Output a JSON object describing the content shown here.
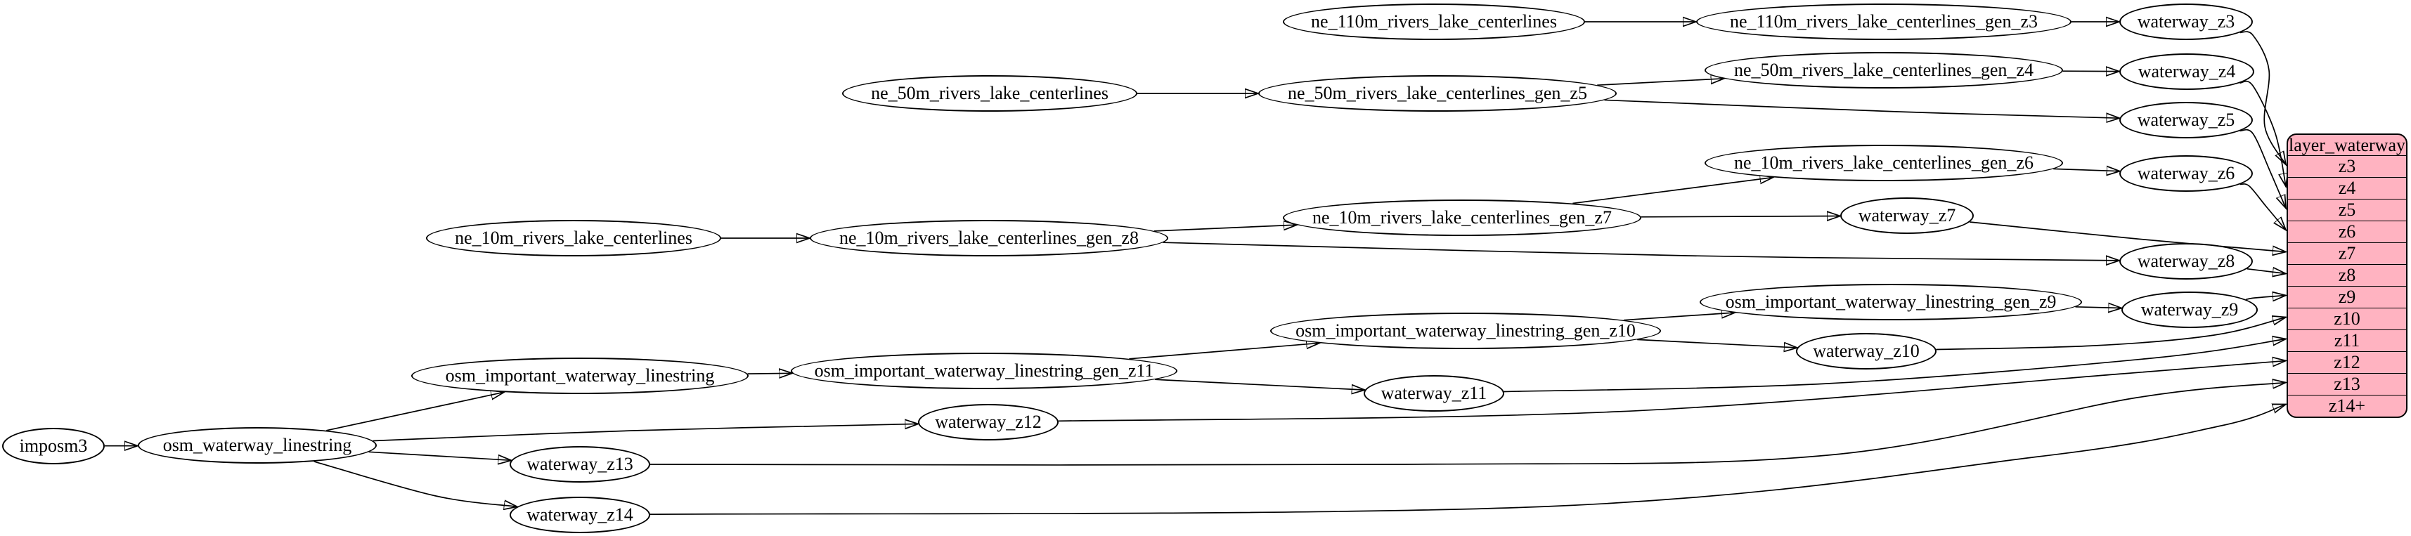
{
  "diagram": {
    "kind": "etl-graph",
    "background": "#ffffff",
    "node_fill": "#ffffff",
    "node_stroke": "#000000",
    "edge_color": "#000000"
  },
  "table": {
    "title": "layer_waterway",
    "rows": [
      "z3",
      "z4",
      "z5",
      "z6",
      "z7",
      "z8",
      "z9",
      "z10",
      "z11",
      "z12",
      "z13",
      "z14+"
    ],
    "fill": "#ffb3c1",
    "stroke": "#000000"
  },
  "nodes": [
    {
      "id": "imposm3",
      "label": "imposm3"
    },
    {
      "id": "osm_waterway_linestring",
      "label": "osm_waterway_linestring"
    },
    {
      "id": "osm_important_waterway_linestring",
      "label": "osm_important_waterway_linestring"
    },
    {
      "id": "osm_important_waterway_linestring_gen_z11",
      "label": "osm_important_waterway_linestring_gen_z11"
    },
    {
      "id": "osm_important_waterway_linestring_gen_z10",
      "label": "osm_important_waterway_linestring_gen_z10"
    },
    {
      "id": "osm_important_waterway_linestring_gen_z9",
      "label": "osm_important_waterway_linestring_gen_z9"
    },
    {
      "id": "ne_110m_rivers_lake_centerlines",
      "label": "ne_110m_rivers_lake_centerlines"
    },
    {
      "id": "ne_110m_rivers_lake_centerlines_gen_z3",
      "label": "ne_110m_rivers_lake_centerlines_gen_z3"
    },
    {
      "id": "ne_50m_rivers_lake_centerlines",
      "label": "ne_50m_rivers_lake_centerlines"
    },
    {
      "id": "ne_50m_rivers_lake_centerlines_gen_z5",
      "label": "ne_50m_rivers_lake_centerlines_gen_z5"
    },
    {
      "id": "ne_50m_rivers_lake_centerlines_gen_z4",
      "label": "ne_50m_rivers_lake_centerlines_gen_z4"
    },
    {
      "id": "ne_10m_rivers_lake_centerlines",
      "label": "ne_10m_rivers_lake_centerlines"
    },
    {
      "id": "ne_10m_rivers_lake_centerlines_gen_z8",
      "label": "ne_10m_rivers_lake_centerlines_gen_z8"
    },
    {
      "id": "ne_10m_rivers_lake_centerlines_gen_z7",
      "label": "ne_10m_rivers_lake_centerlines_gen_z7"
    },
    {
      "id": "ne_10m_rivers_lake_centerlines_gen_z6",
      "label": "ne_10m_rivers_lake_centerlines_gen_z6"
    },
    {
      "id": "waterway_z3",
      "label": "waterway_z3"
    },
    {
      "id": "waterway_z4",
      "label": "waterway_z4"
    },
    {
      "id": "waterway_z5",
      "label": "waterway_z5"
    },
    {
      "id": "waterway_z6",
      "label": "waterway_z6"
    },
    {
      "id": "waterway_z7",
      "label": "waterway_z7"
    },
    {
      "id": "waterway_z8",
      "label": "waterway_z8"
    },
    {
      "id": "waterway_z9",
      "label": "waterway_z9"
    },
    {
      "id": "waterway_z10",
      "label": "waterway_z10"
    },
    {
      "id": "waterway_z11",
      "label": "waterway_z11"
    },
    {
      "id": "waterway_z12",
      "label": "waterway_z12"
    },
    {
      "id": "waterway_z13",
      "label": "waterway_z13"
    },
    {
      "id": "waterway_z14",
      "label": "waterway_z14"
    }
  ],
  "edges": [
    {
      "from": "imposm3",
      "to": "osm_waterway_linestring"
    },
    {
      "from": "osm_waterway_linestring",
      "to": "osm_important_waterway_linestring"
    },
    {
      "from": "osm_waterway_linestring",
      "to": "waterway_z12"
    },
    {
      "from": "osm_waterway_linestring",
      "to": "waterway_z13"
    },
    {
      "from": "osm_waterway_linestring",
      "to": "waterway_z14"
    },
    {
      "from": "osm_important_waterway_linestring",
      "to": "osm_important_waterway_linestring_gen_z11"
    },
    {
      "from": "osm_important_waterway_linestring_gen_z11",
      "to": "osm_important_waterway_linestring_gen_z10"
    },
    {
      "from": "osm_important_waterway_linestring_gen_z10",
      "to": "osm_important_waterway_linestring_gen_z9"
    },
    {
      "from": "osm_important_waterway_linestring_gen_z9",
      "to": "waterway_z9"
    },
    {
      "from": "osm_important_waterway_linestring_gen_z10",
      "to": "waterway_z10"
    },
    {
      "from": "osm_important_waterway_linestring_gen_z11",
      "to": "waterway_z11"
    },
    {
      "from": "ne_110m_rivers_lake_centerlines",
      "to": "ne_110m_rivers_lake_centerlines_gen_z3"
    },
    {
      "from": "ne_110m_rivers_lake_centerlines_gen_z3",
      "to": "waterway_z3"
    },
    {
      "from": "ne_50m_rivers_lake_centerlines",
      "to": "ne_50m_rivers_lake_centerlines_gen_z5"
    },
    {
      "from": "ne_50m_rivers_lake_centerlines_gen_z5",
      "to": "ne_50m_rivers_lake_centerlines_gen_z4"
    },
    {
      "from": "ne_50m_rivers_lake_centerlines_gen_z4",
      "to": "waterway_z4"
    },
    {
      "from": "ne_50m_rivers_lake_centerlines_gen_z5",
      "to": "waterway_z5"
    },
    {
      "from": "ne_10m_rivers_lake_centerlines",
      "to": "ne_10m_rivers_lake_centerlines_gen_z8"
    },
    {
      "from": "ne_10m_rivers_lake_centerlines_gen_z8",
      "to": "ne_10m_rivers_lake_centerlines_gen_z7"
    },
    {
      "from": "ne_10m_rivers_lake_centerlines_gen_z7",
      "to": "ne_10m_rivers_lake_centerlines_gen_z6"
    },
    {
      "from": "ne_10m_rivers_lake_centerlines_gen_z6",
      "to": "waterway_z6"
    },
    {
      "from": "ne_10m_rivers_lake_centerlines_gen_z7",
      "to": "waterway_z7"
    },
    {
      "from": "ne_10m_rivers_lake_centerlines_gen_z8",
      "to": "waterway_z8"
    },
    {
      "from": "waterway_z3",
      "to": "layer_waterway.z3"
    },
    {
      "from": "waterway_z4",
      "to": "layer_waterway.z4"
    },
    {
      "from": "waterway_z5",
      "to": "layer_waterway.z5"
    },
    {
      "from": "waterway_z6",
      "to": "layer_waterway.z6"
    },
    {
      "from": "waterway_z7",
      "to": "layer_waterway.z7"
    },
    {
      "from": "waterway_z8",
      "to": "layer_waterway.z8"
    },
    {
      "from": "waterway_z9",
      "to": "layer_waterway.z9"
    },
    {
      "from": "waterway_z10",
      "to": "layer_waterway.z10"
    },
    {
      "from": "waterway_z11",
      "to": "layer_waterway.z11"
    },
    {
      "from": "waterway_z12",
      "to": "layer_waterway.z12"
    },
    {
      "from": "waterway_z13",
      "to": "layer_waterway.z13"
    },
    {
      "from": "waterway_z14",
      "to": "layer_waterway.z14+"
    }
  ]
}
